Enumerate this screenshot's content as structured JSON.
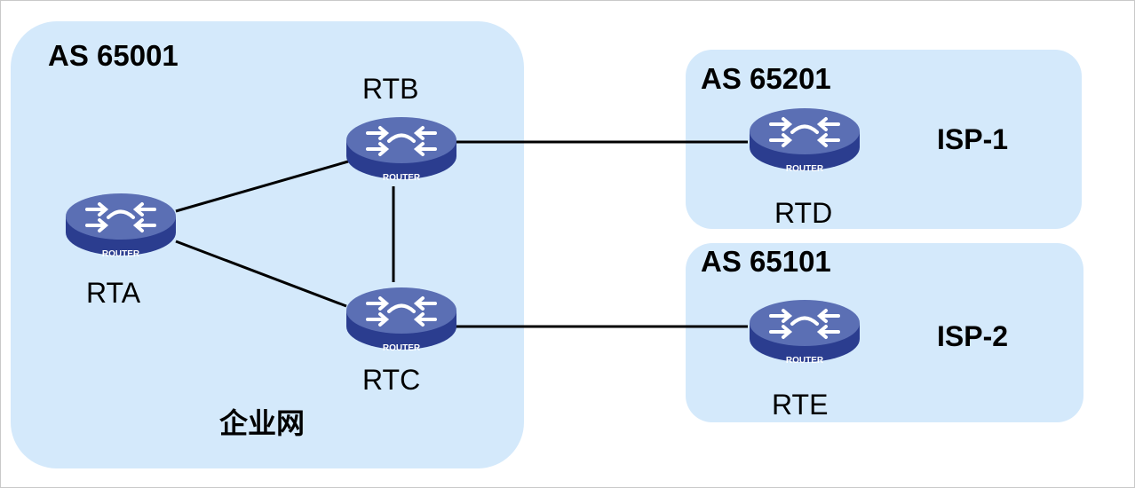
{
  "zones": {
    "as65001": {
      "label": "AS 65001",
      "caption": "企业网"
    },
    "as65201": {
      "label": "AS 65201",
      "caption": "ISP-1"
    },
    "as65101": {
      "label": "AS 65101",
      "caption": "ISP-2"
    }
  },
  "routers": [
    {
      "id": "rta",
      "name": "RTA",
      "badge": "ROUTER"
    },
    {
      "id": "rtb",
      "name": "RTB",
      "badge": "ROUTER"
    },
    {
      "id": "rtc",
      "name": "RTC",
      "badge": "ROUTER"
    },
    {
      "id": "rtd",
      "name": "RTD",
      "badge": "ROUTER"
    },
    {
      "id": "rte",
      "name": "RTE",
      "badge": "ROUTER"
    }
  ],
  "links": [
    {
      "from": "RTA",
      "to": "RTB"
    },
    {
      "from": "RTA",
      "to": "RTC"
    },
    {
      "from": "RTB",
      "to": "RTC"
    },
    {
      "from": "RTB",
      "to": "RTD"
    },
    {
      "from": "RTC",
      "to": "RTE"
    }
  ],
  "colors": {
    "zone_fill": "#d4e9fb",
    "router_top": "#5b6fb4",
    "router_side": "#2b3d8f",
    "link": "#000000"
  },
  "icons": {
    "router": "router-icon"
  }
}
